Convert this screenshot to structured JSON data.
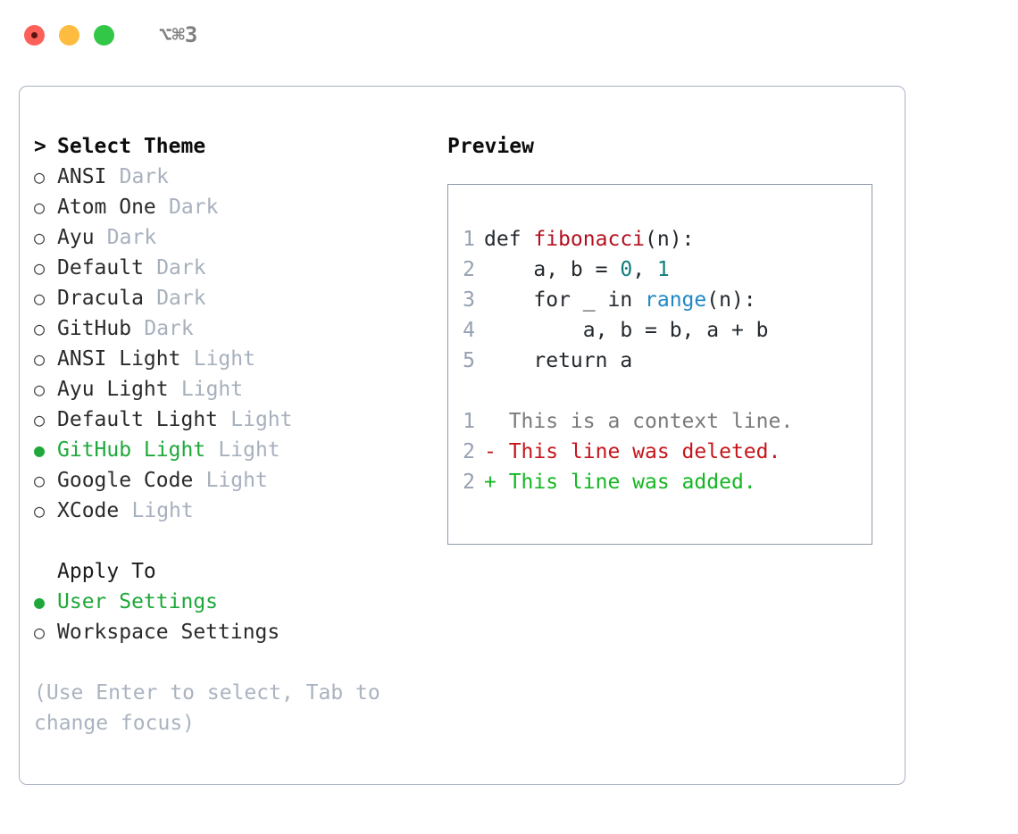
{
  "titlebar": {
    "shortcut": "⌥⌘3",
    "buttons": [
      "close",
      "minimize",
      "maximize"
    ],
    "colors": {
      "close": "#fc6058",
      "minimize": "#fdbc40",
      "maximize": "#33c748"
    }
  },
  "theme_list": {
    "header": "Select Theme",
    "caret": ">",
    "bullet_unselected": "○",
    "bullet_selected": "●",
    "items": [
      {
        "name": "ANSI",
        "category": "Dark",
        "selected": false
      },
      {
        "name": "Atom One",
        "category": "Dark",
        "selected": false
      },
      {
        "name": "Ayu",
        "category": "Dark",
        "selected": false
      },
      {
        "name": "Default",
        "category": "Dark",
        "selected": false
      },
      {
        "name": "Dracula",
        "category": "Dark",
        "selected": false
      },
      {
        "name": "GitHub",
        "category": "Dark",
        "selected": false
      },
      {
        "name": "ANSI Light",
        "category": "Light",
        "selected": false
      },
      {
        "name": "Ayu Light",
        "category": "Light",
        "selected": false
      },
      {
        "name": "Default Light",
        "category": "Light",
        "selected": false
      },
      {
        "name": "GitHub Light",
        "category": "Light",
        "selected": true
      },
      {
        "name": "Google Code",
        "category": "Light",
        "selected": false
      },
      {
        "name": "XCode",
        "category": "Light",
        "selected": false
      }
    ]
  },
  "apply_to": {
    "label": "Apply To",
    "options": [
      {
        "name": "User Settings",
        "selected": true
      },
      {
        "name": "Workspace Settings",
        "selected": false
      }
    ]
  },
  "hint": "(Use Enter to select, Tab to change focus)",
  "preview": {
    "title": "Preview",
    "code_lines": [
      {
        "number": "1",
        "tokens": [
          {
            "text": "def ",
            "style": "plain"
          },
          {
            "text": "fibonacci",
            "style": "fn"
          },
          {
            "text": "(n):",
            "style": "plain"
          }
        ]
      },
      {
        "number": "2",
        "tokens": [
          {
            "text": "    a, b = ",
            "style": "plain"
          },
          {
            "text": "0",
            "style": "num"
          },
          {
            "text": ", ",
            "style": "plain"
          },
          {
            "text": "1",
            "style": "num"
          }
        ]
      },
      {
        "number": "3",
        "tokens": [
          {
            "text": "    for _ in ",
            "style": "plain"
          },
          {
            "text": "range",
            "style": "call"
          },
          {
            "text": "(n):",
            "style": "plain"
          }
        ]
      },
      {
        "number": "4",
        "tokens": [
          {
            "text": "        a, b = b, a + b",
            "style": "plain"
          }
        ]
      },
      {
        "number": "5",
        "tokens": [
          {
            "text": "    return a",
            "style": "plain"
          }
        ]
      }
    ],
    "diff_lines": [
      {
        "number": "1",
        "marker": " ",
        "text": "This is a context line.",
        "style": "ctx"
      },
      {
        "number": "2",
        "marker": "-",
        "text": "This line was deleted.",
        "style": "del"
      },
      {
        "number": "2",
        "marker": "+",
        "text": "This line was added.",
        "style": "add"
      }
    ]
  },
  "colors": {
    "accent_green": "#1fa83a",
    "muted": "#a7b0bd",
    "border": "#a9b3c3",
    "preview_border": "#8e9aab",
    "diff_added": "#15b723",
    "diff_deleted": "#c4161c",
    "syntax_function": "#b3101f",
    "syntax_number": "#0f7d7d",
    "syntax_call": "#2188c4"
  }
}
